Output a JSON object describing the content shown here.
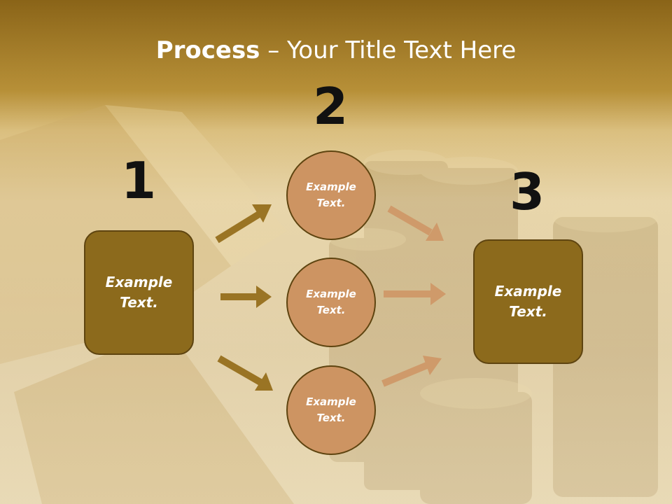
{
  "title": {
    "bold": "Process",
    "rest": " – Your Title Text Here"
  },
  "steps": {
    "one": "1",
    "two": "2",
    "three": "3"
  },
  "left_box": {
    "line1": "Example",
    "line2": "Text."
  },
  "right_box": {
    "line1": "Example",
    "line2": "Text."
  },
  "circles": [
    {
      "line1": "Example",
      "line2": "Text."
    },
    {
      "line1": "Example",
      "line2": "Text."
    },
    {
      "line1": "Example",
      "line2": "Text."
    }
  ],
  "colors": {
    "box_fill": "#8c6a1c",
    "circle_fill": "#cd9462",
    "left_arrow": "#9a7424",
    "right_arrow": "#cf9a6a"
  }
}
